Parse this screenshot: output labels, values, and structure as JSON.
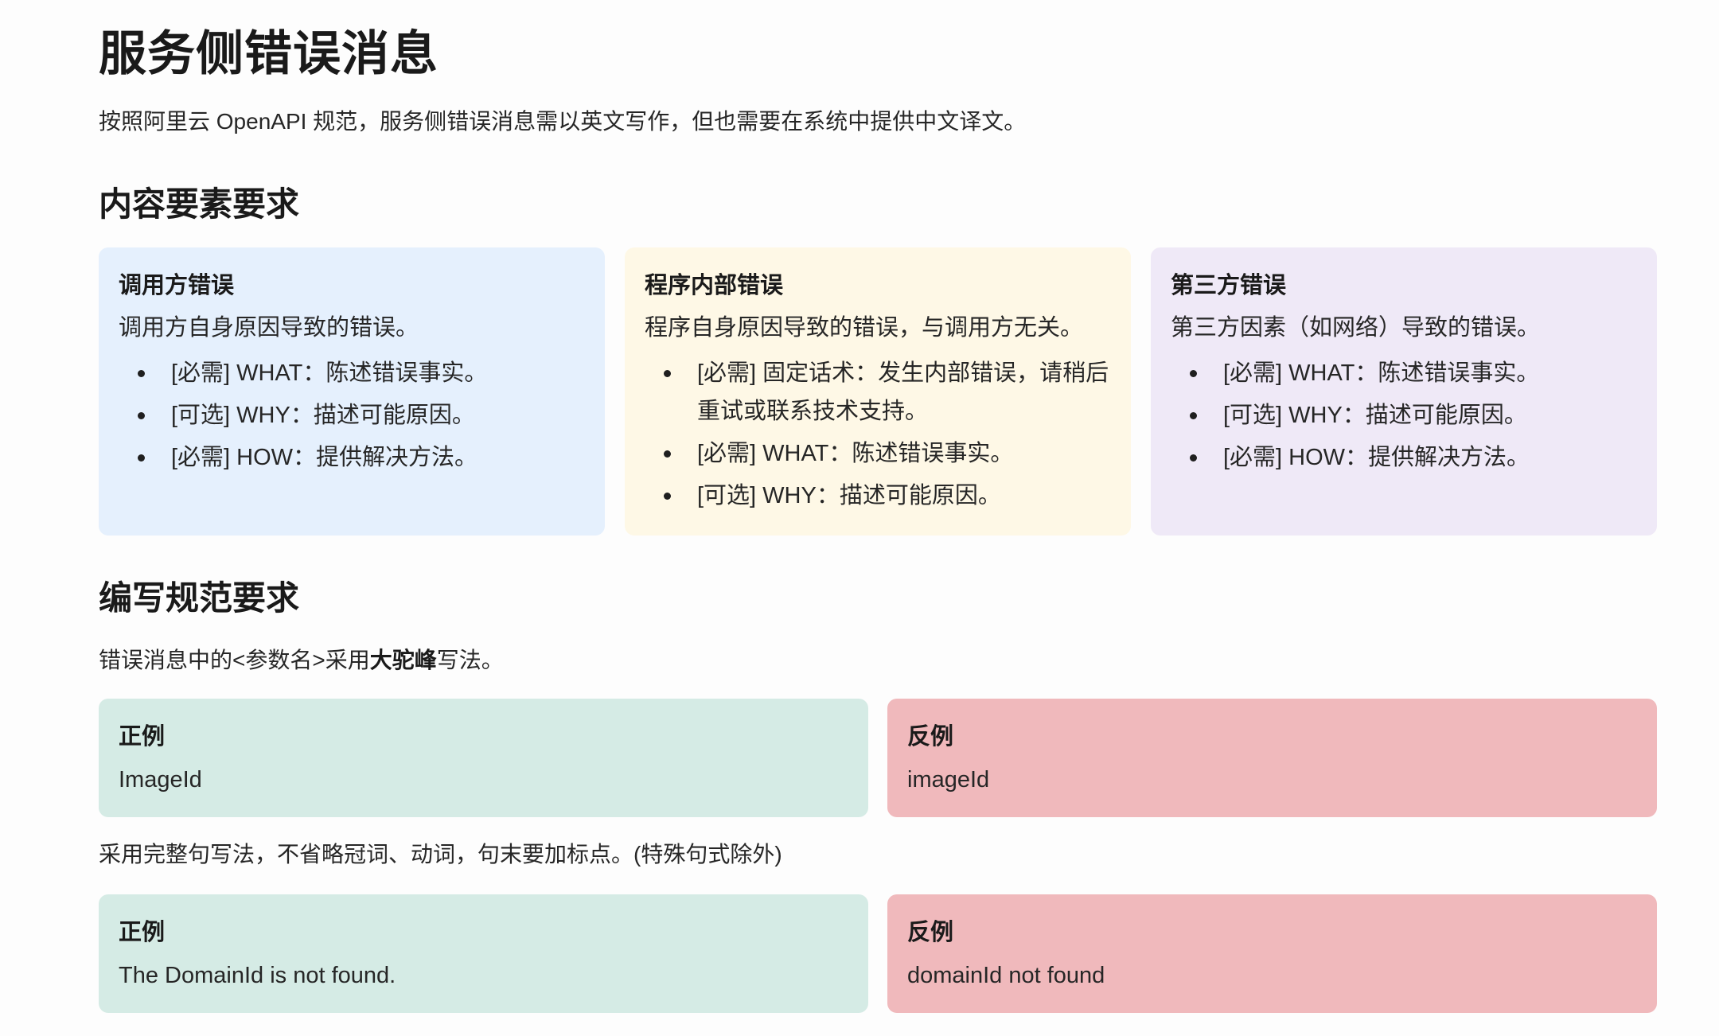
{
  "page": {
    "title": "服务侧错误消息",
    "intro": "按照阿里云 OpenAPI 规范，服务侧错误消息需以英文写作，但也需要在系统中提供中文译文。"
  },
  "content_section": {
    "heading": "内容要素要求",
    "cards": [
      {
        "title": "调用方错误",
        "description": "调用方自身原因导致的错误。",
        "color": "#e5f0fd",
        "items": [
          "[必需] WHAT：陈述错误事实。",
          "[可选] WHY：描述可能原因。",
          "[必需] HOW：提供解决方法。"
        ]
      },
      {
        "title": "程序内部错误",
        "description": "程序自身原因导致的错误，与调用方无关。",
        "color": "#fef8e6",
        "items": [
          "[必需] 固定话术：发生内部错误，请稍后重试或联系技术支持。",
          "[必需] WHAT：陈述错误事实。",
          "[可选] WHY：描述可能原因。"
        ]
      },
      {
        "title": "第三方错误",
        "description": "第三方因素（如网络）导致的错误。",
        "color": "#efe9f7",
        "items": [
          "[必需] WHAT：陈述错误事实。",
          "[可选] WHY：描述可能原因。",
          "[必需] HOW：提供解决方法。"
        ]
      }
    ]
  },
  "writing_section": {
    "heading": "编写规范要求",
    "rules": [
      {
        "description_parts": [
          "错误消息中的<参数名>采用",
          "大驼峰",
          "写法。"
        ],
        "good": {
          "label": "正例",
          "value": "ImageId",
          "color": "#d5ebe5"
        },
        "bad": {
          "label": "反例",
          "value": "imageId",
          "color": "#f0b9bc"
        }
      },
      {
        "description_parts": [
          "采用完整句写法，不省略冠词、动词，句末要加标点。(特殊句式除外)"
        ],
        "good": {
          "label": "正例",
          "value": "The DomainId is not found.",
          "color": "#d5ebe5"
        },
        "bad": {
          "label": "反例",
          "value": "domainId not found",
          "color": "#f0b9bc"
        }
      }
    ]
  }
}
